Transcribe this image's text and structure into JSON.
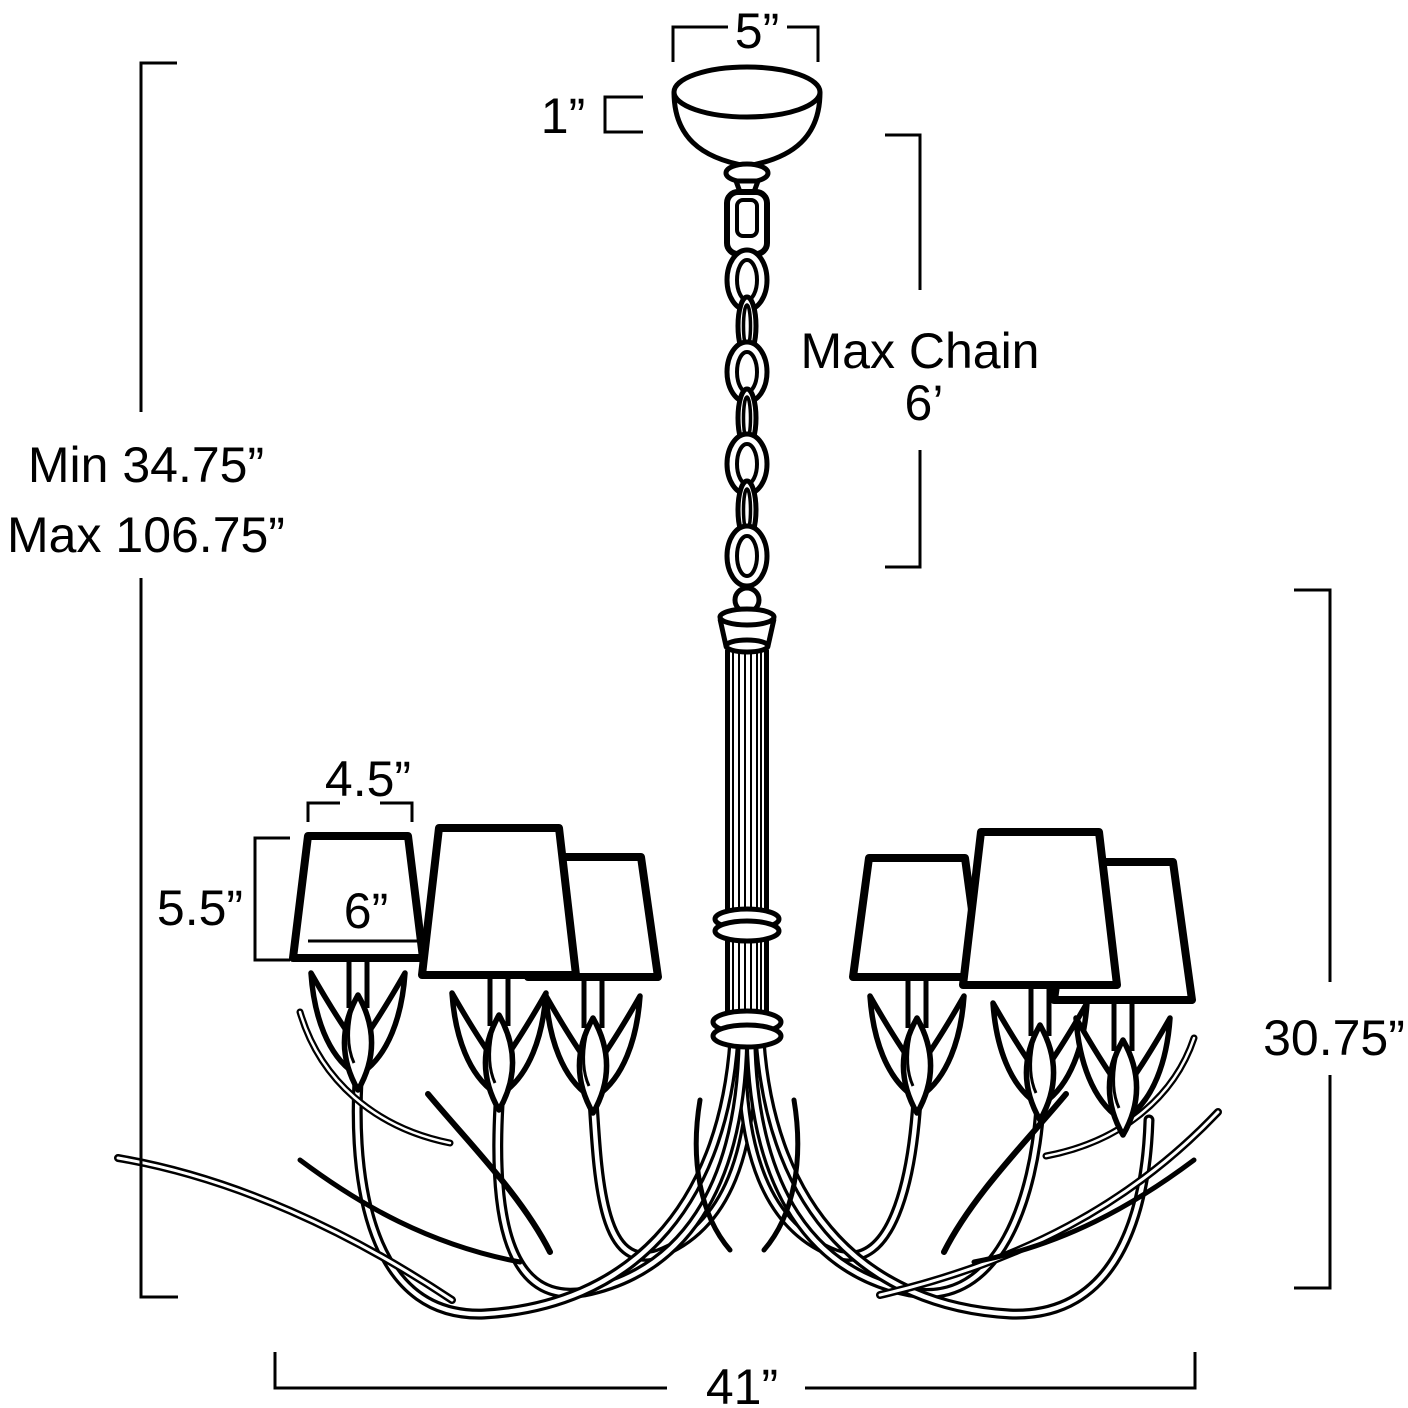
{
  "diagram": {
    "kind": "chandelier-dimension-line-drawing",
    "background_color": "#ffffff",
    "line_color": "#000000",
    "labels": {
      "canopy_width": "5”",
      "canopy_height": "1”",
      "chain_title": "Max Chain",
      "chain_length": "6’",
      "hang_min": "Min 34.75”",
      "hang_max": "Max 106.75”",
      "shade_top_width": "4.5”",
      "shade_height": "5.5”",
      "shade_bottom_width": "6”",
      "fixture_height": "30.75”",
      "fixture_width": "41”"
    }
  }
}
